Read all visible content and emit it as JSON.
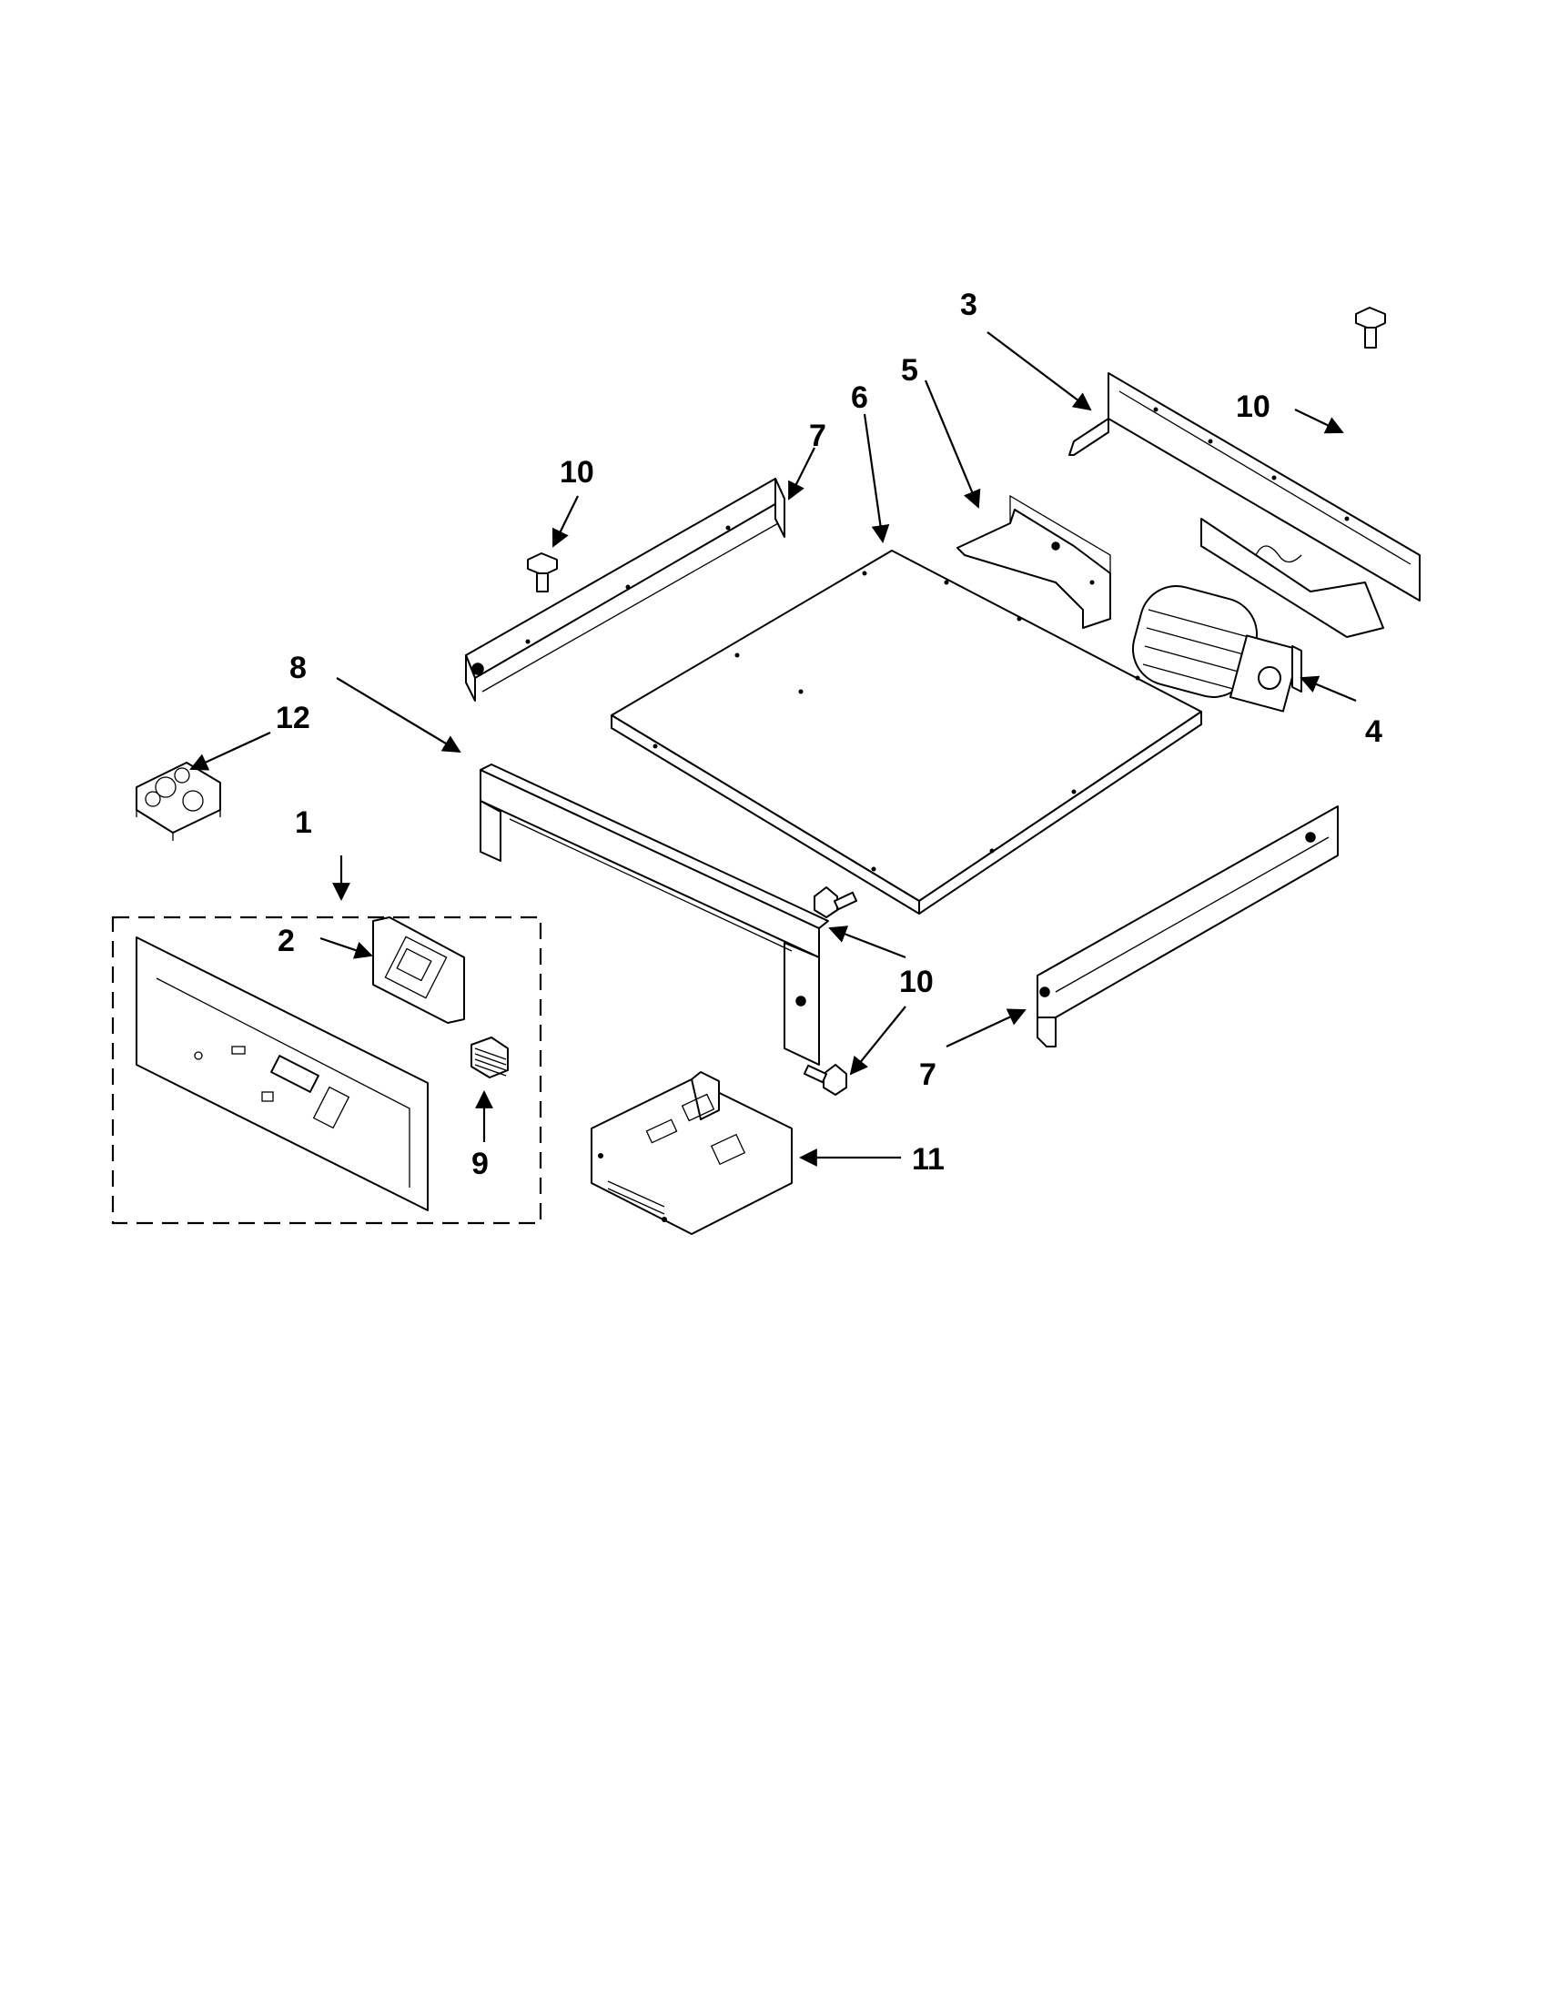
{
  "callouts": {
    "c1": "1",
    "c2": "2",
    "c3": "3",
    "c4": "4",
    "c5": "5",
    "c6": "6",
    "c7a": "7",
    "c7b": "7",
    "c8": "8",
    "c9": "9",
    "c10a": "10",
    "c10b": "10",
    "c10c": "10",
    "c11": "11",
    "c12": "12"
  }
}
